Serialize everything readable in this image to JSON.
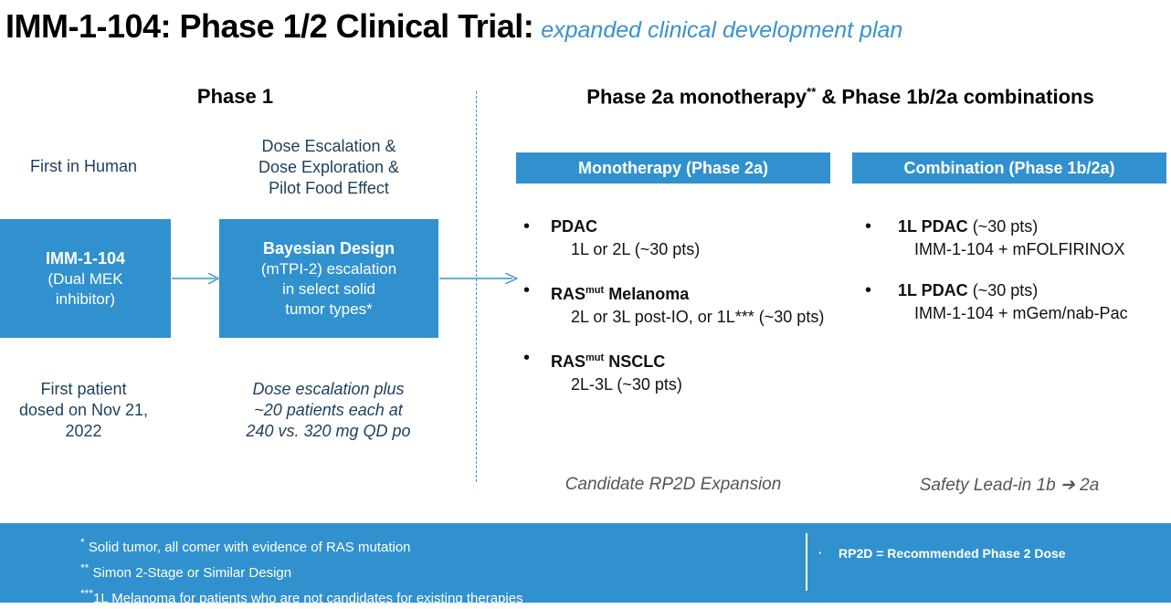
{
  "title": {
    "main": "IMM-1-104: Phase 1/2 Clinical Trial:",
    "subtitle": "expanded clinical development plan"
  },
  "colors": {
    "brand_blue": "#3191ce",
    "navy_text": "#1d3f5e",
    "subtitle_blue": "#3a92ce"
  },
  "phase1": {
    "heading": "Phase 1",
    "first_in_human": "First in Human",
    "dose_exploration": "Dose Escalation &\nDose Exploration &\nPilot Food Effect",
    "drug_box": {
      "title": "IMM-1-104",
      "subtitle": "(Dual MEK\ninhibitor)"
    },
    "design_box": {
      "title": "Bayesian Design",
      "subtitle": "(mTPI-2) escalation\nin select solid\ntumor types*"
    },
    "first_patient_note": "First patient\ndosed on Nov 21,\n2022",
    "dose_escalation_note": "Dose escalation plus\n~20 patients each at\n240 vs. 320 mg QD po"
  },
  "phase2": {
    "heading_prefix": "Phase 2a monotherapy",
    "heading_sup": "**",
    "heading_suffix": " & Phase 1b/2a combinations",
    "monotherapy": {
      "bar_label": "Monotherapy (Phase 2a)",
      "caption": "Candidate RP2D Expansion",
      "items": [
        {
          "bullet": "•",
          "head": "PDAC",
          "head_sup": "",
          "head_tail": "",
          "sub": "1L or 2L (~30 pts)"
        },
        {
          "bullet": "•",
          "head": "RAS",
          "head_sup": "mut",
          "head_tail": " Melanoma",
          "sub": "2L or 3L post-IO, or 1L*** (~30 pts)"
        },
        {
          "bullet": "•",
          "head": "RAS",
          "head_sup": "mut",
          "head_tail": " NSCLC",
          "sub": "2L-3L (~30 pts)"
        }
      ]
    },
    "combination": {
      "bar_label": "Combination (Phase 1b/2a)",
      "caption": "Safety Lead-in 1b ➔ 2a",
      "items": [
        {
          "bullet": "•",
          "head": "1L PDAC",
          "head_sup": "",
          "head_tail": " (~30 pts)",
          "sub": "IMM-1-104 + mFOLFIRINOX"
        },
        {
          "bullet": "•",
          "head": "1L PDAC",
          "head_sup": "",
          "head_tail": " (~30 pts)",
          "sub": "IMM-1-104 + mGem/nab-Pac"
        }
      ]
    }
  },
  "footer": {
    "notes": [
      {
        "marker": "*",
        "text": " Solid tumor, all comer with evidence of RAS mutation"
      },
      {
        "marker": "**",
        "text": " Simon 2-Stage or Similar Design"
      },
      {
        "marker": "***",
        "text": "1L Melanoma for patients who are not candidates for existing therapies"
      }
    ],
    "legend_bullet": "·",
    "legend": "RP2D = Recommended Phase 2 Dose"
  }
}
